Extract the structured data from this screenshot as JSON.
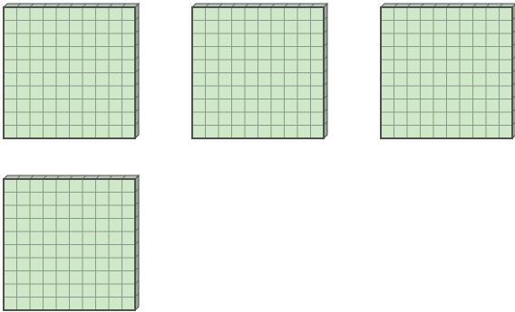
{
  "diagram": {
    "type": "base-ten-blocks",
    "block_kind": "hundreds-flat",
    "flat_count": 4,
    "units_per_side": 10,
    "colors": {
      "face": "#cfe8c8",
      "grid_line": "#8a9a88",
      "edge": "#4a544a",
      "side_face": "#9aa79a",
      "top_face": "#b7c6b4"
    }
  }
}
